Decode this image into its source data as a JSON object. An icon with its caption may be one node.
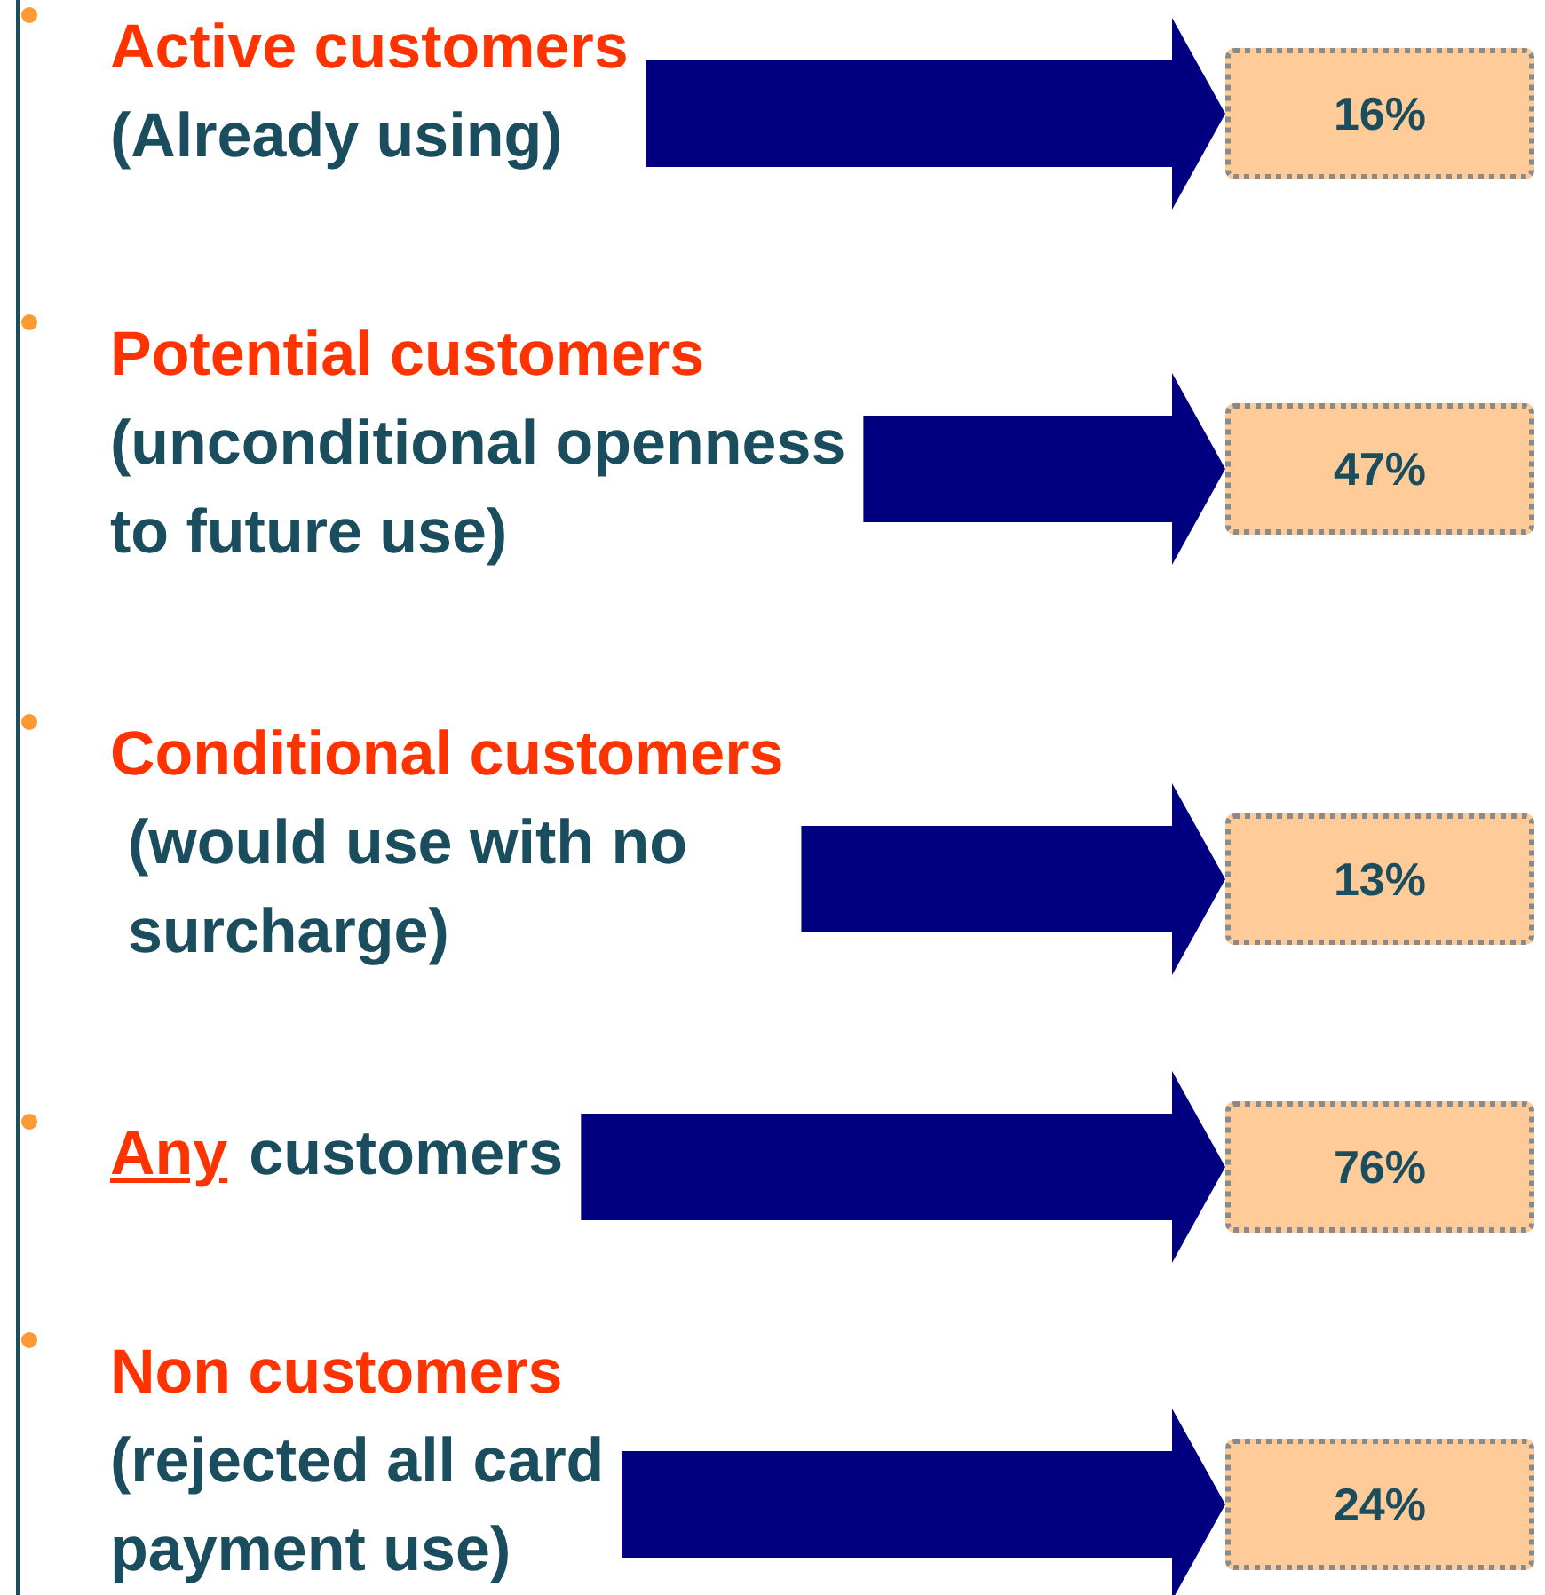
{
  "diagram": {
    "nodes": [
      {
        "text": [
          "Active customers",
          "(Already using)"
        ]
      },
      {
        "text": [
          "16%"
        ]
      },
      {
        "text": [
          "Potential customers",
          "(unconditional openness to future use)"
        ]
      },
      {
        "text": [
          "47%"
        ]
      },
      {
        "text": [
          "Conditional customers",
          "(would use with no surcharge)"
        ]
      },
      {
        "text": [
          "13%"
        ]
      },
      {
        "text": [
          "Any",
          "customers"
        ]
      },
      {
        "text": [
          "76%"
        ]
      },
      {
        "text": [
          "Non customers",
          "(rejected all card payment use)"
        ]
      },
      {
        "text": [
          "24%"
        ]
      }
    ],
    "edges": [
      {
        "from": 0,
        "to": 1,
        "arrow": "to"
      },
      {
        "from": 2,
        "to": 3,
        "arrow": "to"
      },
      {
        "from": 4,
        "to": 5,
        "arrow": "to"
      },
      {
        "from": 6,
        "to": 7,
        "arrow": "to"
      },
      {
        "from": 8,
        "to": 9,
        "arrow": "to"
      }
    ]
  }
}
